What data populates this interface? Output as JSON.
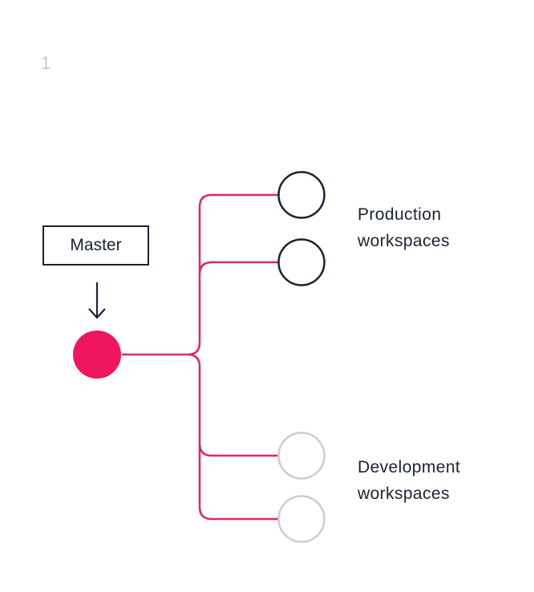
{
  "step": {
    "number": "1"
  },
  "master": {
    "label": "Master"
  },
  "groups": {
    "production": {
      "line1": "Production",
      "line2": "workspaces"
    },
    "development": {
      "line1": "Development",
      "line2": "workspaces"
    }
  },
  "colors": {
    "accent": "#f0165e",
    "dark": "#1a2233",
    "muted": "#cccccc",
    "branch": "#e0246a"
  }
}
